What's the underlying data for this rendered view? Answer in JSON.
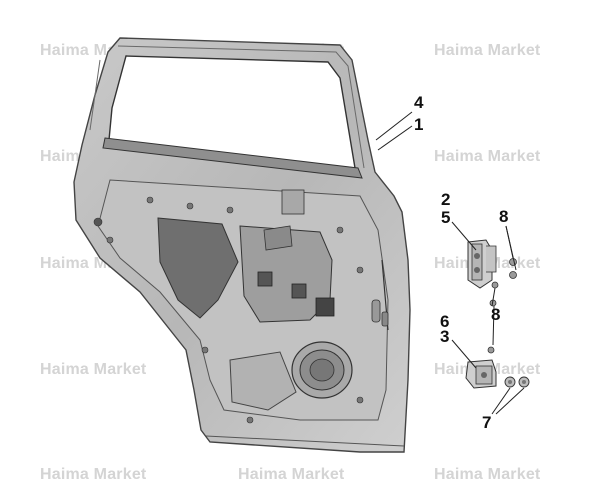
{
  "watermark": {
    "text": "Haima Market",
    "color": "#d4d4d4"
  },
  "callouts": [
    {
      "id": "c4",
      "label": "4"
    },
    {
      "id": "c1",
      "label": "1"
    },
    {
      "id": "c2",
      "label": "2"
    },
    {
      "id": "c5",
      "label": "5"
    },
    {
      "id": "c8a",
      "label": "8"
    },
    {
      "id": "c8b",
      "label": "8"
    },
    {
      "id": "c6",
      "label": "6"
    },
    {
      "id": "c3",
      "label": "3"
    },
    {
      "id": "c7",
      "label": "7"
    }
  ],
  "parts": [
    {
      "name": "rear-door-panel"
    },
    {
      "name": "upper-hinge-assembly"
    },
    {
      "name": "lower-hinge-assembly"
    },
    {
      "name": "upper-hinge-nuts"
    },
    {
      "name": "lower-hinge-nuts"
    }
  ]
}
